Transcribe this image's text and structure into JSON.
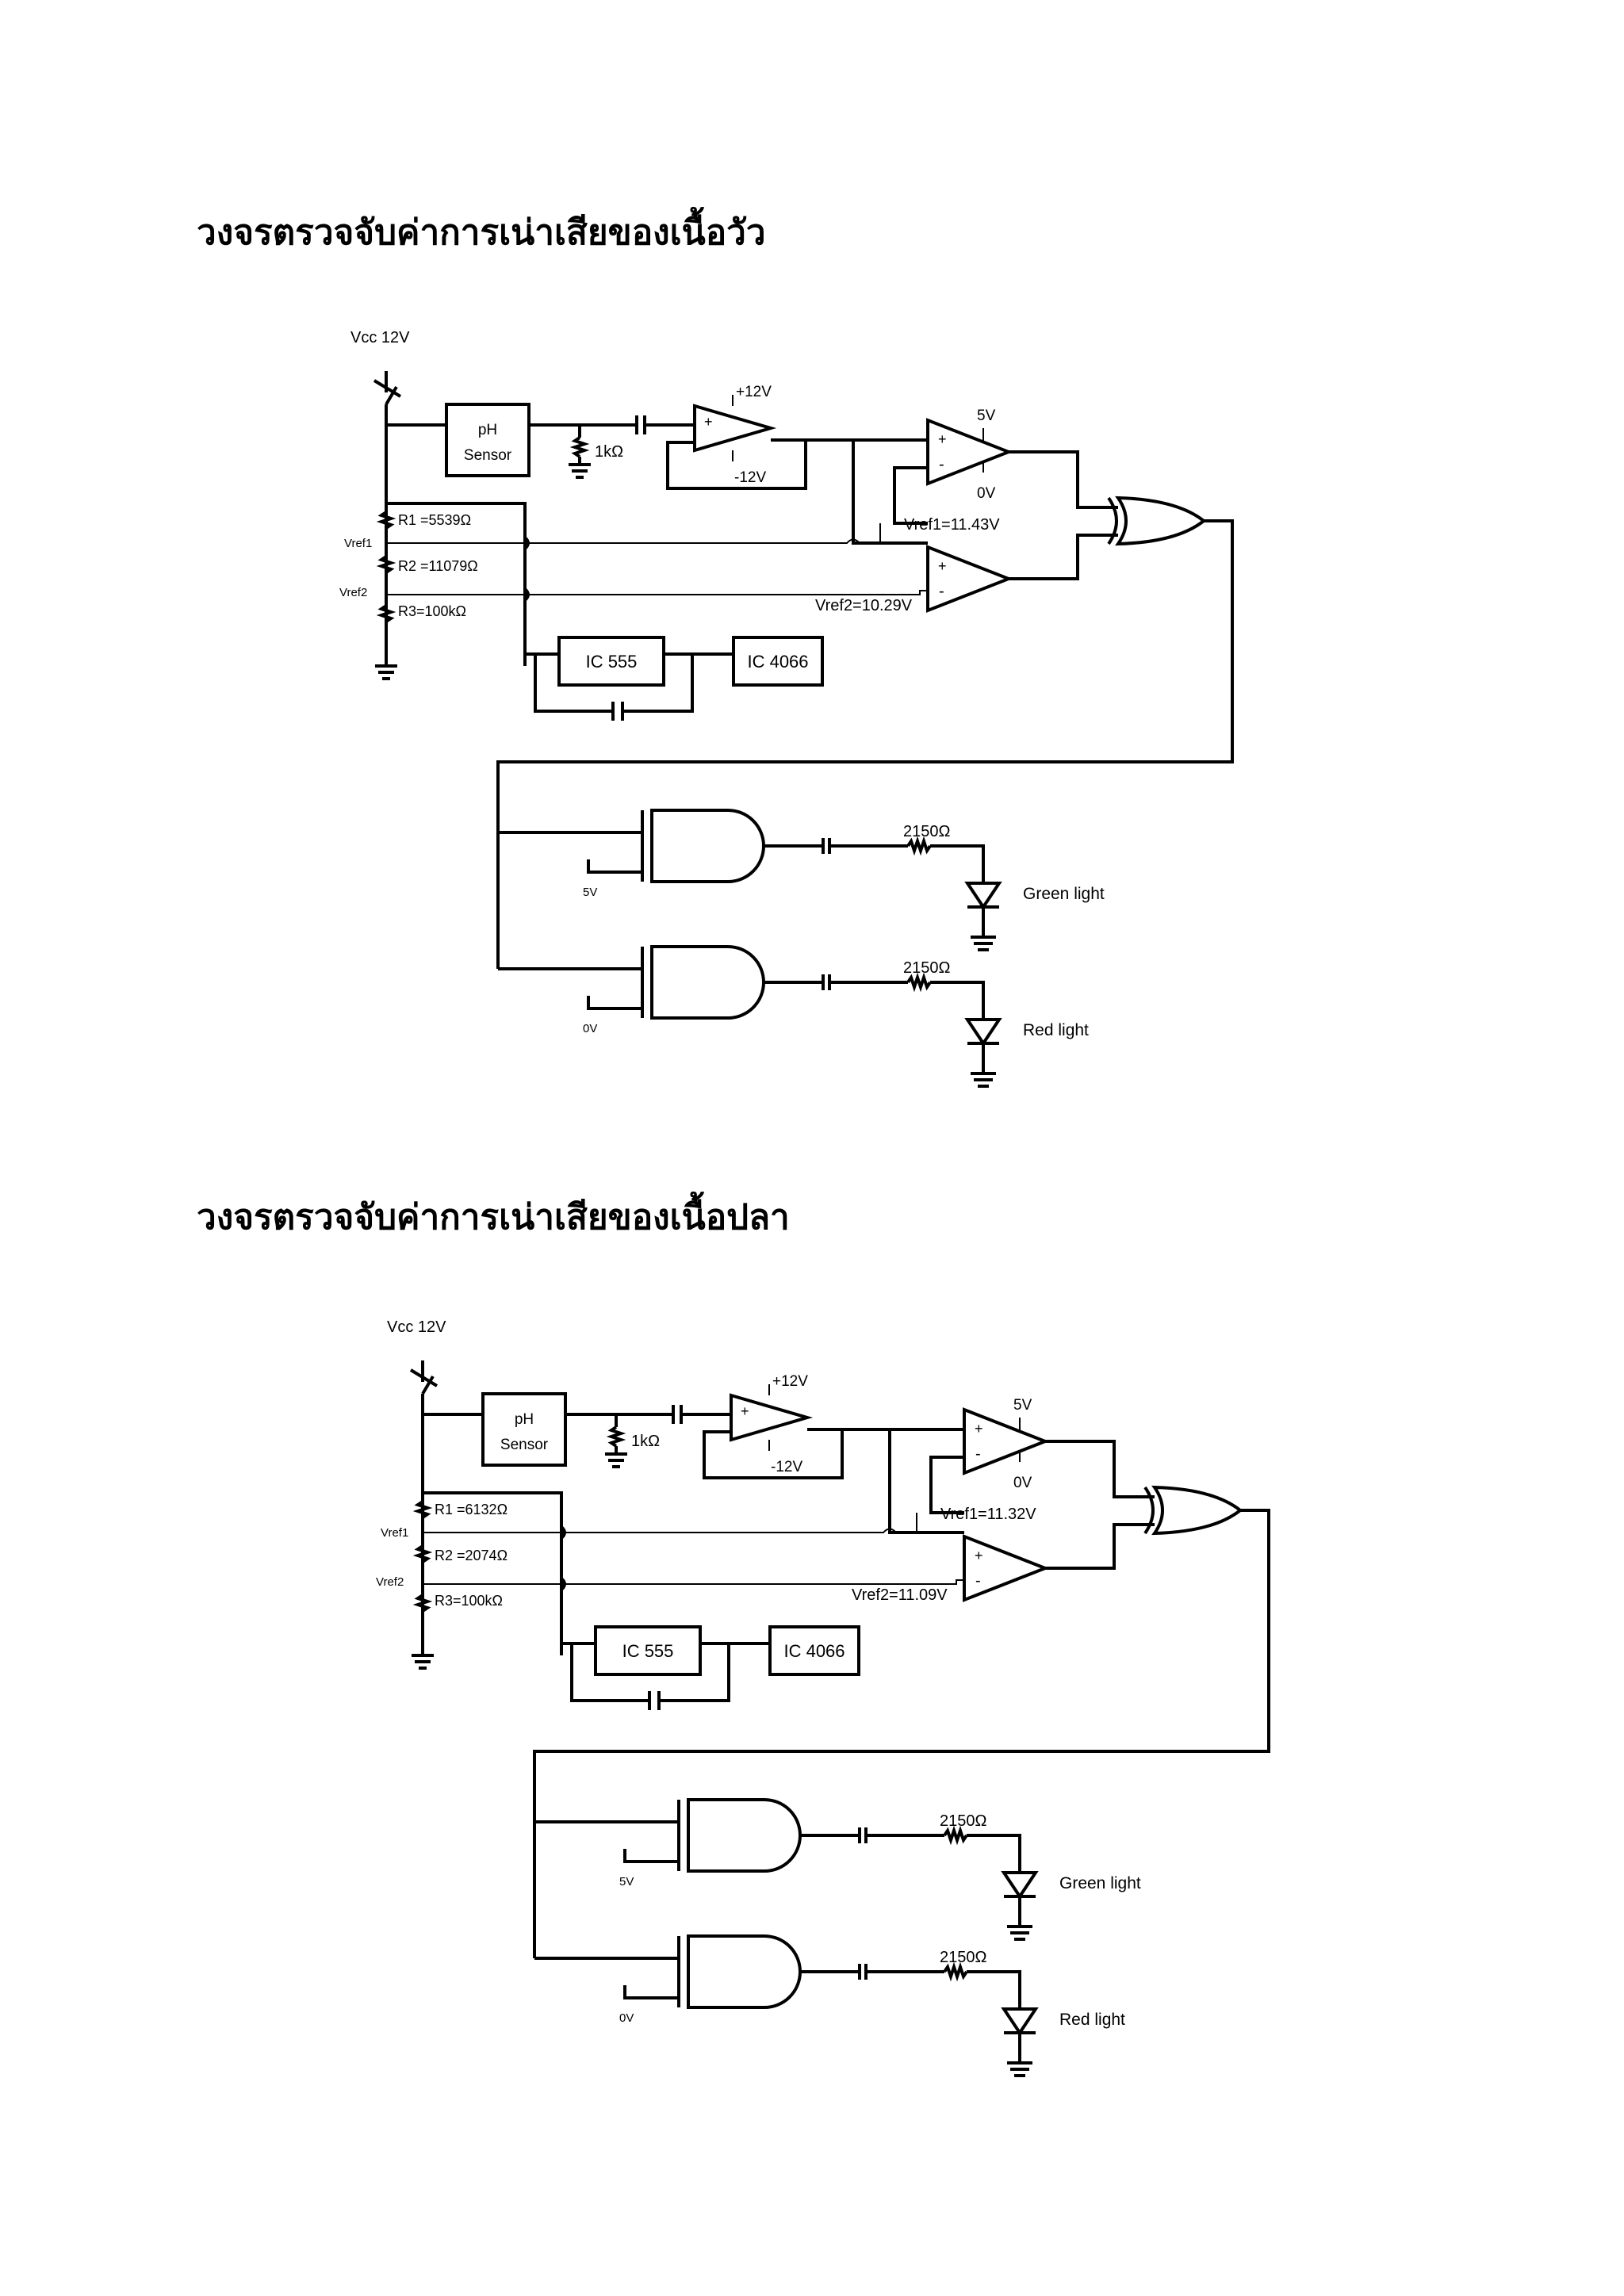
{
  "circuits": [
    {
      "heading": "วงจรตรวจจับค่าการเน่าเสียของเนื้อวัว",
      "vcc": "Vcc 12V",
      "sensor_line1": "pH",
      "sensor_line2": "Sensor",
      "r_sensor": "1kΩ",
      "opamp_pos": "+12V",
      "opamp_neg": "-12V",
      "comp_vpos": "5V",
      "comp_vneg": "0V",
      "vref1": "Vref1=11.43V",
      "vref2": "Vref2=10.29V",
      "r1": "R1 =5539Ω",
      "r2": "R2 =11079Ω",
      "r3": "R3=100kΩ",
      "node_vref1": "Vref1",
      "node_vref2": "Vref2",
      "ic555": "IC 555",
      "ic4066": "IC 4066",
      "r_led1": "2150Ω",
      "r_led2": "2150Ω",
      "and1_in": "5V",
      "and2_in": "0V",
      "led1": "Green light",
      "led2": "Red light"
    },
    {
      "heading": "วงจรตรวจจับค่าการเน่าเสียของเนื้อปลา",
      "vcc": "Vcc 12V",
      "sensor_line1": "pH",
      "sensor_line2": "Sensor",
      "r_sensor": "1kΩ",
      "opamp_pos": "+12V",
      "opamp_neg": "-12V",
      "comp_vpos": "5V",
      "comp_vneg": "0V",
      "vref1": "Vref1=11.32V",
      "vref2": "Vref2=11.09V",
      "r1": "R1 =6132Ω",
      "r2": "R2 =2074Ω",
      "r3": "R3=100kΩ",
      "node_vref1": "Vref1",
      "node_vref2": "Vref2",
      "ic555": "IC 555",
      "ic4066": "IC 4066",
      "r_led1": "2150Ω",
      "r_led2": "2150Ω",
      "and1_in": "5V",
      "and2_in": "0V",
      "led1": "Green light",
      "led2": "Red light"
    }
  ]
}
